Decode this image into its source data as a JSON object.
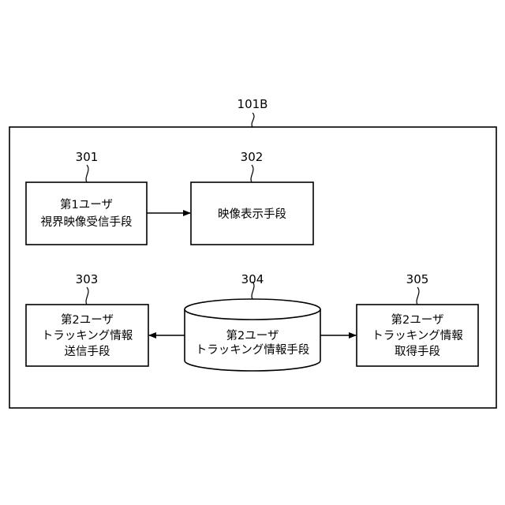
{
  "diagram": {
    "container_ref": "101B",
    "blocks": [
      {
        "ref": "301",
        "lines": [
          "第1ユーザ",
          "視界映像受信手段"
        ]
      },
      {
        "ref": "302",
        "lines": [
          "映像表示手段"
        ]
      },
      {
        "ref": "303",
        "lines": [
          "第2ユーザ",
          "トラッキング情報",
          "送信手段"
        ]
      },
      {
        "ref": "304",
        "lines": [
          "第2ユーザ",
          "トラッキング情報手段"
        ],
        "shape": "database"
      },
      {
        "ref": "305",
        "lines": [
          "第2ユーザ",
          "トラッキング情報",
          "取得手段"
        ]
      }
    ],
    "arrows": [
      {
        "from": "301",
        "to": "302"
      },
      {
        "from": "304",
        "to": "303"
      },
      {
        "from": "304",
        "to": "305"
      }
    ]
  }
}
